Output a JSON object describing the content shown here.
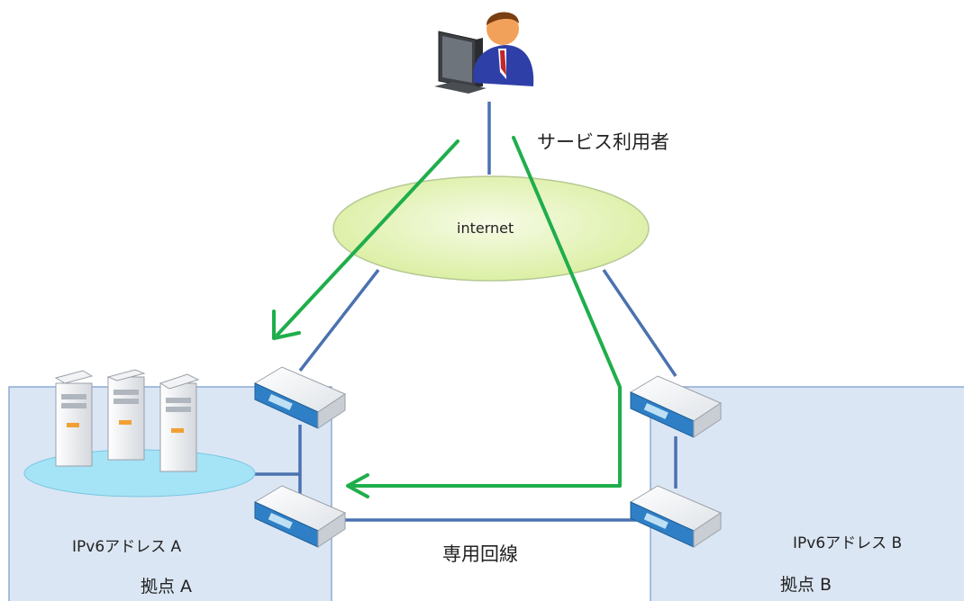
{
  "labels": {
    "service_user": "サービス利用者",
    "internet": "internet",
    "ipv6_a": "IPv6アドレス A",
    "site_a": "拠点 A",
    "ipv6_b": "IPv6アドレス B",
    "site_b": "拠点 B",
    "dedicated_line": "専用回線"
  },
  "icons": {
    "user": "user-at-computer-icon",
    "server": "server-icon",
    "router": "router-icon"
  },
  "colors": {
    "link": "#4a72b0",
    "path_arrow": "#1fae4b",
    "site_fill": "#dbe6f4",
    "site_border": "#8eaad6",
    "cloud_fill": "#dff0b8"
  }
}
